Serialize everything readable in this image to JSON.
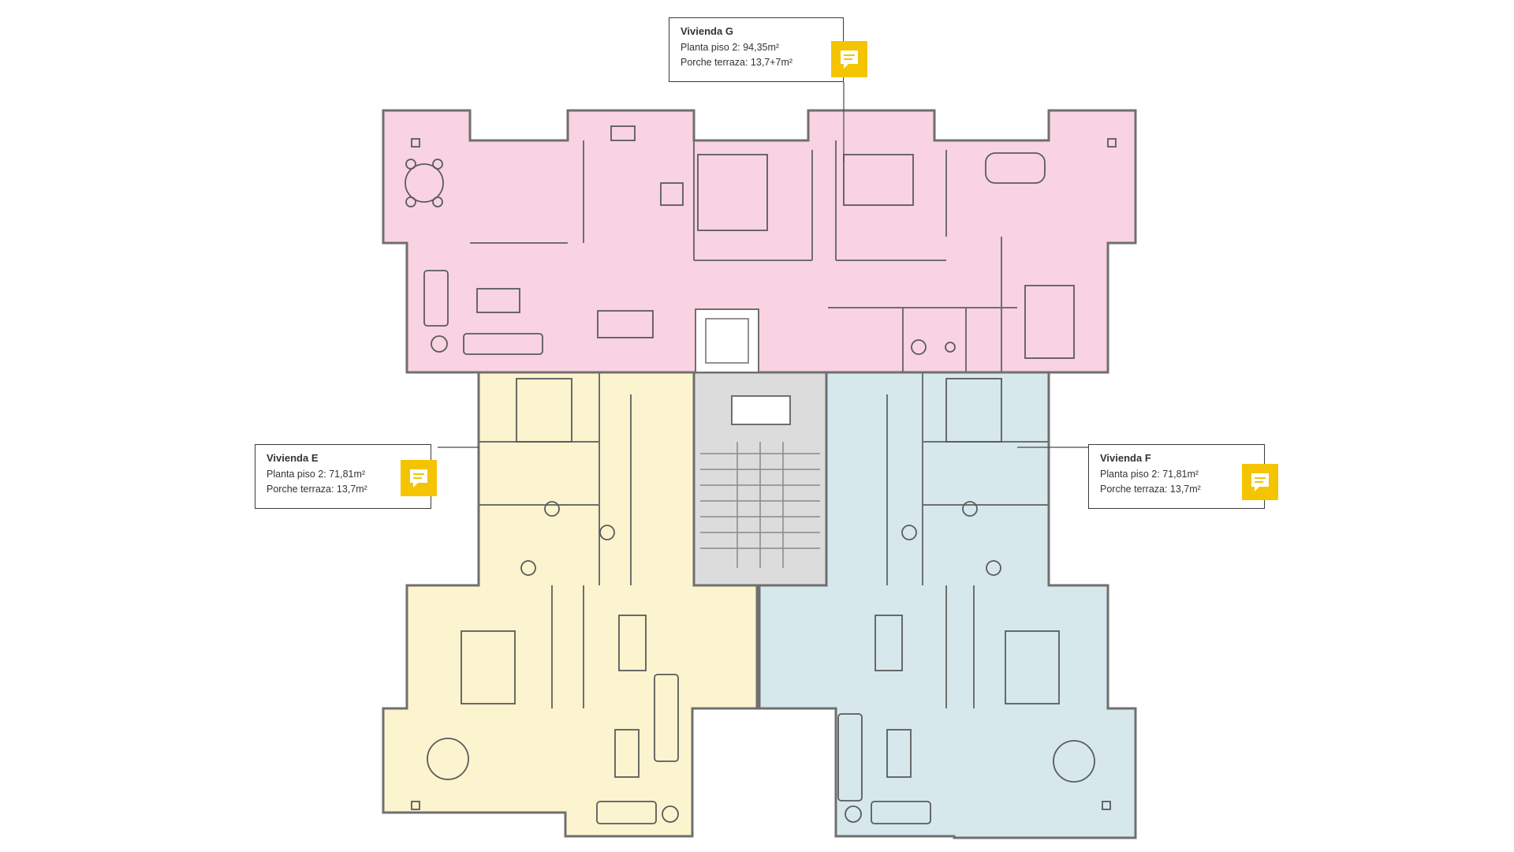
{
  "units": [
    {
      "id": "G",
      "title": "Vivienda G",
      "line1": "Planta piso 2: 94,35m²",
      "line2": "Porche terraza: 13,7+7m²",
      "color": "#f9d3e2",
      "badge_icon": "comment-icon"
    },
    {
      "id": "E",
      "title": "Vivienda E",
      "line1": "Planta piso 2: 71,81m²",
      "line2": "Porche terraza: 13,7m²",
      "color": "#fbf4cf",
      "badge_icon": "comment-icon"
    },
    {
      "id": "F",
      "title": "Vivienda F",
      "line1": "Planta piso 2: 71,81m²",
      "line2": "Porche terraza: 13,7m²",
      "color": "#d6e8ec",
      "badge_icon": "comment-icon"
    }
  ],
  "colors": {
    "core": "#dcdcdc",
    "wall": "#6f6f6f",
    "badge": "#f5c400",
    "furniture": "#5b5b5b"
  }
}
